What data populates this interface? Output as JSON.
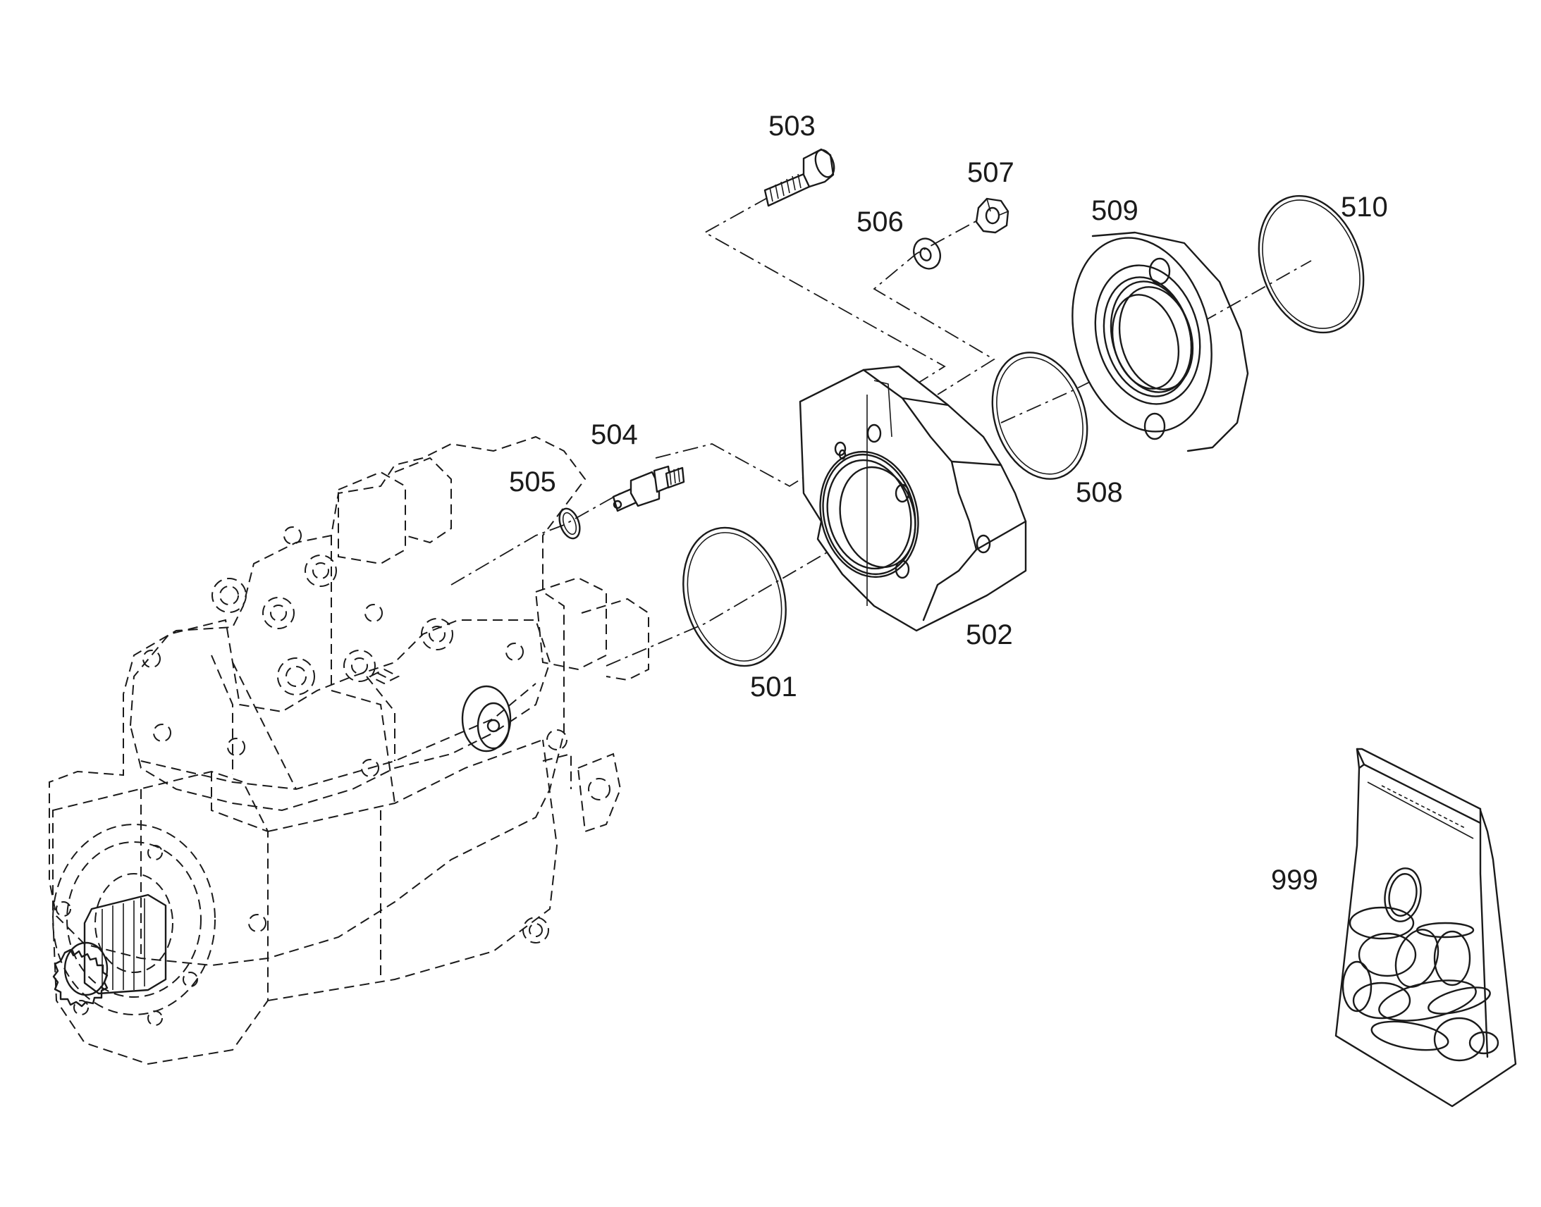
{
  "diagram": {
    "part_labels": {
      "p501": "501",
      "p502": "502",
      "p503": "503",
      "p504": "504",
      "p505": "505",
      "p506": "506",
      "p507": "507",
      "p508": "508",
      "p509": "509",
      "p510": "510",
      "p999": "999"
    }
  }
}
